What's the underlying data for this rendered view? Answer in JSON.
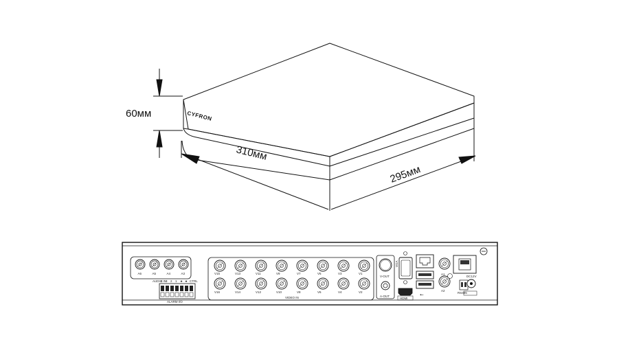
{
  "dimensions": {
    "height_label": "60мм",
    "width_label": "310мм",
    "depth_label": "295мм"
  },
  "brand": {
    "logo_text": "CYFRON"
  },
  "rear_panel": {
    "audio_in": {
      "group_label": "AUDIO IN",
      "ports": [
        "A6",
        "A5",
        "A4",
        "A3"
      ]
    },
    "alarm": {
      "group_label": "ALARM I/O",
      "pin_labels": [
        "4",
        "3",
        "2",
        "1",
        "★",
        "★",
        "CTRL"
      ]
    },
    "video_in": {
      "group_label": "VIDEO IN",
      "top_row": [
        "V15",
        "V13",
        "V11",
        "V9",
        "V7",
        "V5",
        "V3",
        "V1"
      ],
      "bottom_row": [
        "V16",
        "V14",
        "V12",
        "V10",
        "V8",
        "V6",
        "V4",
        "V2"
      ]
    },
    "outputs": {
      "vout_label": "V-OUT",
      "aout_label": "A-OUT",
      "vga_label": "VGA",
      "hdmi_label": "HDMI"
    },
    "right_labels": {
      "a1": "A1",
      "a2": "A2",
      "rs485": "RS485",
      "power": "DC12V"
    }
  }
}
